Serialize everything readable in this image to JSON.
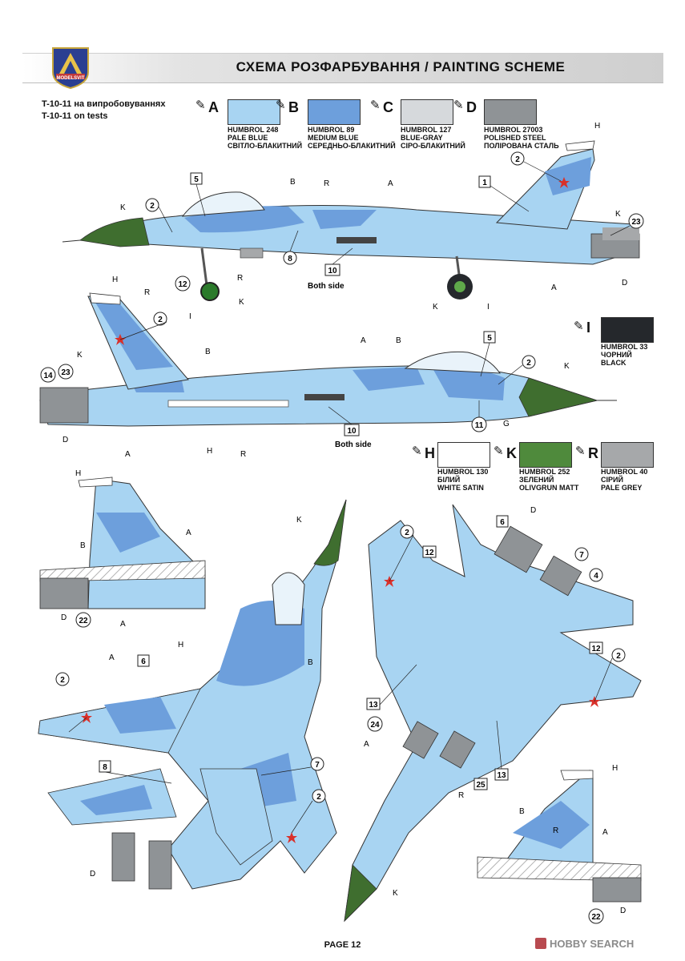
{
  "header": {
    "title": "СХЕМА РОЗФАРБУВАННЯ  / PAINTING  SCHEME",
    "logo_text": "MODELSVIT"
  },
  "subtitle": {
    "line1": "T-10-11 на випробовуваннях",
    "line2": "T-10-11 on tests"
  },
  "paints": {
    "A": {
      "letter": "A",
      "code": "HUMBROL 248",
      "en": "PALE BLUE",
      "ua": "СВІТЛО-БЛАКИТНИЙ",
      "color": "#a8d4f2"
    },
    "B": {
      "letter": "B",
      "code": "HUMBROL 89",
      "en": "MEDIUM BLUE",
      "ua": "СЕРЕДНЬО-БЛАКИТНИЙ",
      "color": "#6d9fdc"
    },
    "C": {
      "letter": "C",
      "code": "HUMBROL 127",
      "en": "BLUE-GRAY",
      "ua": "СІРО-БЛАКИТНИЙ",
      "color": "#d6d9dc"
    },
    "D": {
      "letter": "D",
      "code": "HUMBROL 27003",
      "en": "POLISHED STEEL",
      "ua": "ПОЛІРОВАНА СТАЛЬ",
      "color": "#8f9396"
    },
    "I": {
      "letter": "I",
      "code": "HUMBROL 33",
      "ua": "ЧОРНИЙ",
      "en": "BLACK",
      "color": "#25282c"
    },
    "H": {
      "letter": "H",
      "code": "HUMBROL 130",
      "ua": "БІЛИЙ",
      "en": "WHITE SATIN",
      "color": "#ffffff"
    },
    "K": {
      "letter": "K",
      "code": "HUMBROL 252",
      "ua": "ЗЕЛЕНИЙ",
      "en": "OLIVGRUN MATT",
      "color": "#4f8a3c"
    },
    "R": {
      "letter": "R",
      "code": "HUMBROL 40",
      "ua": "СІРИЙ",
      "en": "PALE GREY",
      "color": "#a6a8aa"
    }
  },
  "callouts": {
    "both_side": "Both side",
    "n1": "1",
    "n2": "2",
    "n4": "4",
    "n5": "5",
    "n6": "6",
    "n7": "7",
    "n8": "8",
    "n10": "10",
    "n11": "11",
    "n12": "12",
    "n13": "13",
    "n14": "14",
    "n22": "22",
    "n23": "23",
    "n24": "24",
    "n25": "25",
    "fA": "A",
    "fB": "B",
    "fD": "D",
    "fG": "G",
    "fH": "H",
    "fI": "I",
    "fK": "K",
    "fR": "R"
  },
  "footer": {
    "page": "PAGE 12",
    "watermark": "HOBBY SEARCH"
  },
  "icons": {
    "pen": "paint-pen-icon",
    "star": "red-star-icon"
  }
}
